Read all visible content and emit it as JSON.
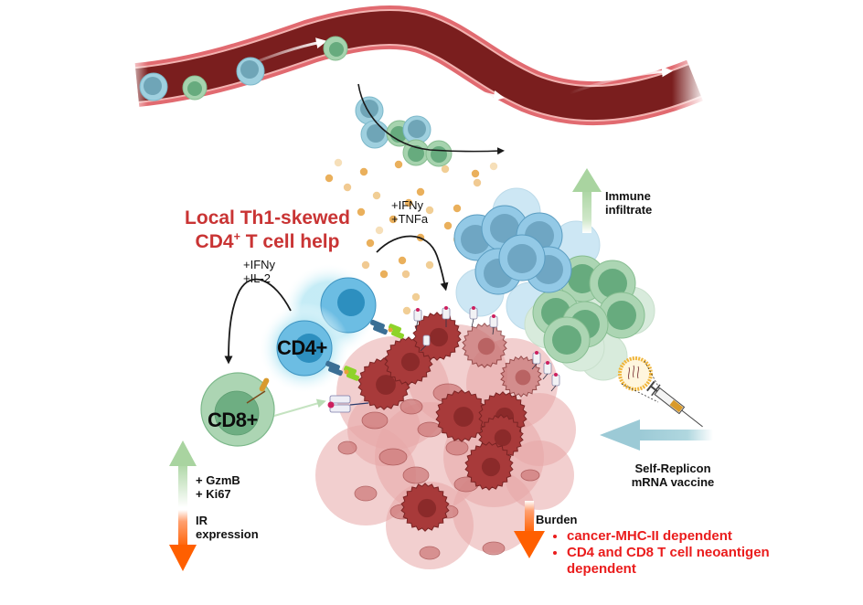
{
  "title": {
    "line1": "Local Th1-skewed",
    "line2_prefix": "CD4",
    "line2_sup": "+",
    "line2_suffix": " T cell help"
  },
  "cytokines_cd4_to_cd8": [
    "+IFNy",
    "+IL-2"
  ],
  "cytokines_infiltrate": [
    "+IFNy",
    "+TNFa"
  ],
  "cells": {
    "cd4_label": "CD4+",
    "cd8_label": "CD8+"
  },
  "immune_infiltrate": {
    "line1": "Immune",
    "line2": "infiltrate",
    "direction": "up"
  },
  "cd8_effects": {
    "up": [
      "+ GzmB",
      "+ Ki67"
    ],
    "down_line1": "IR",
    "down_line2": "expression"
  },
  "vaccine": {
    "line1": "Self-Replicon",
    "line2": "mRNA vaccine"
  },
  "burden": {
    "label": "Burden",
    "direction": "down",
    "bullets": [
      "cancer-MHC-II dependent",
      "CD4 and CD8 T cell neoantigen dependent"
    ]
  },
  "colors": {
    "title_red": "#c93434",
    "bullet_red": "#ea1c1c",
    "vessel_wall": "#e06b6f",
    "vessel_lumen": "#7a1e1e",
    "cd4_blue": "#5db3dd",
    "cd8_green": "#9bcca5",
    "tumor_red": "#a83a3a",
    "cytokine_orange": "#e9a94a",
    "up_arrow_green": "#b9dbb0",
    "down_arrow_orange": "#ff6a10",
    "vaccine_arrow_blue": "#a8d2dc"
  }
}
